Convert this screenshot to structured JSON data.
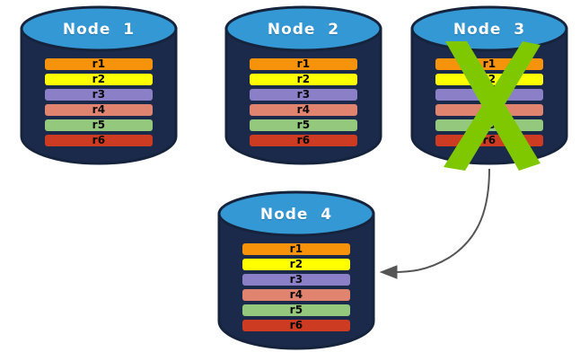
{
  "diagram": {
    "title_text_style": "bold white",
    "colors": {
      "cylinder_top": "#3498D4",
      "cylinder_top_dark": "#2E86C0",
      "cylinder_body": "#1B2A4A",
      "cylinder_outline": "#16233D",
      "x_mark": "#7FC800",
      "arrow": "#555555",
      "background": "#FFFFFF"
    },
    "record_colors": {
      "r1": "#F7930A",
      "r2": "#FFFF00",
      "r3": "#8B80C8",
      "r4": "#E08470",
      "r5": "#94C97D",
      "r6": "#CC3B22"
    },
    "nodes": [
      {
        "id": "node-1",
        "label": "Node  1",
        "failed": false,
        "records": [
          "r1",
          "r2",
          "r3",
          "r4",
          "r5",
          "r6"
        ]
      },
      {
        "id": "node-2",
        "label": "Node  2",
        "failed": false,
        "records": [
          "r1",
          "r2",
          "r3",
          "r4",
          "r5",
          "r6"
        ]
      },
      {
        "id": "node-3",
        "label": "Node  3",
        "failed": true,
        "records": [
          "r1",
          "r2",
          "r3",
          "r4",
          "r5",
          "r6"
        ]
      },
      {
        "id": "node-4",
        "label": "Node  4",
        "failed": false,
        "records": [
          "r1",
          "r2",
          "r3",
          "r4",
          "r5",
          "r6"
        ]
      }
    ],
    "connector": {
      "from": "node-3",
      "to": "node-4",
      "style": "curved-arrow"
    }
  }
}
